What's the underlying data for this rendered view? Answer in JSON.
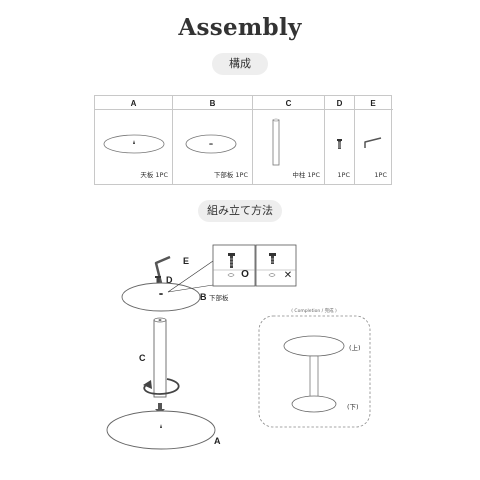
{
  "title": "Assembly",
  "composition_label": "構成",
  "method_label": "組み立て方法",
  "parts": [
    {
      "letter": "A",
      "name": "天板",
      "qty": "1PC"
    },
    {
      "letter": "B",
      "name": "下部板",
      "qty": "1PC"
    },
    {
      "letter": "C",
      "name": "中柱",
      "qty": "1PC"
    },
    {
      "letter": "D",
      "name": "",
      "qty": "1PC"
    },
    {
      "letter": "E",
      "name": "",
      "qty": "1PC"
    }
  ],
  "diagram": {
    "label_a": "A",
    "label_b": "B",
    "label_b_name": "下部板",
    "label_c": "C",
    "label_d": "D",
    "label_e": "E",
    "correct_mark": "O",
    "wrong_mark": "✕",
    "completion_caption": "( Completion / 完成 )",
    "top_label": "(上)",
    "bottom_label": "(下)"
  }
}
